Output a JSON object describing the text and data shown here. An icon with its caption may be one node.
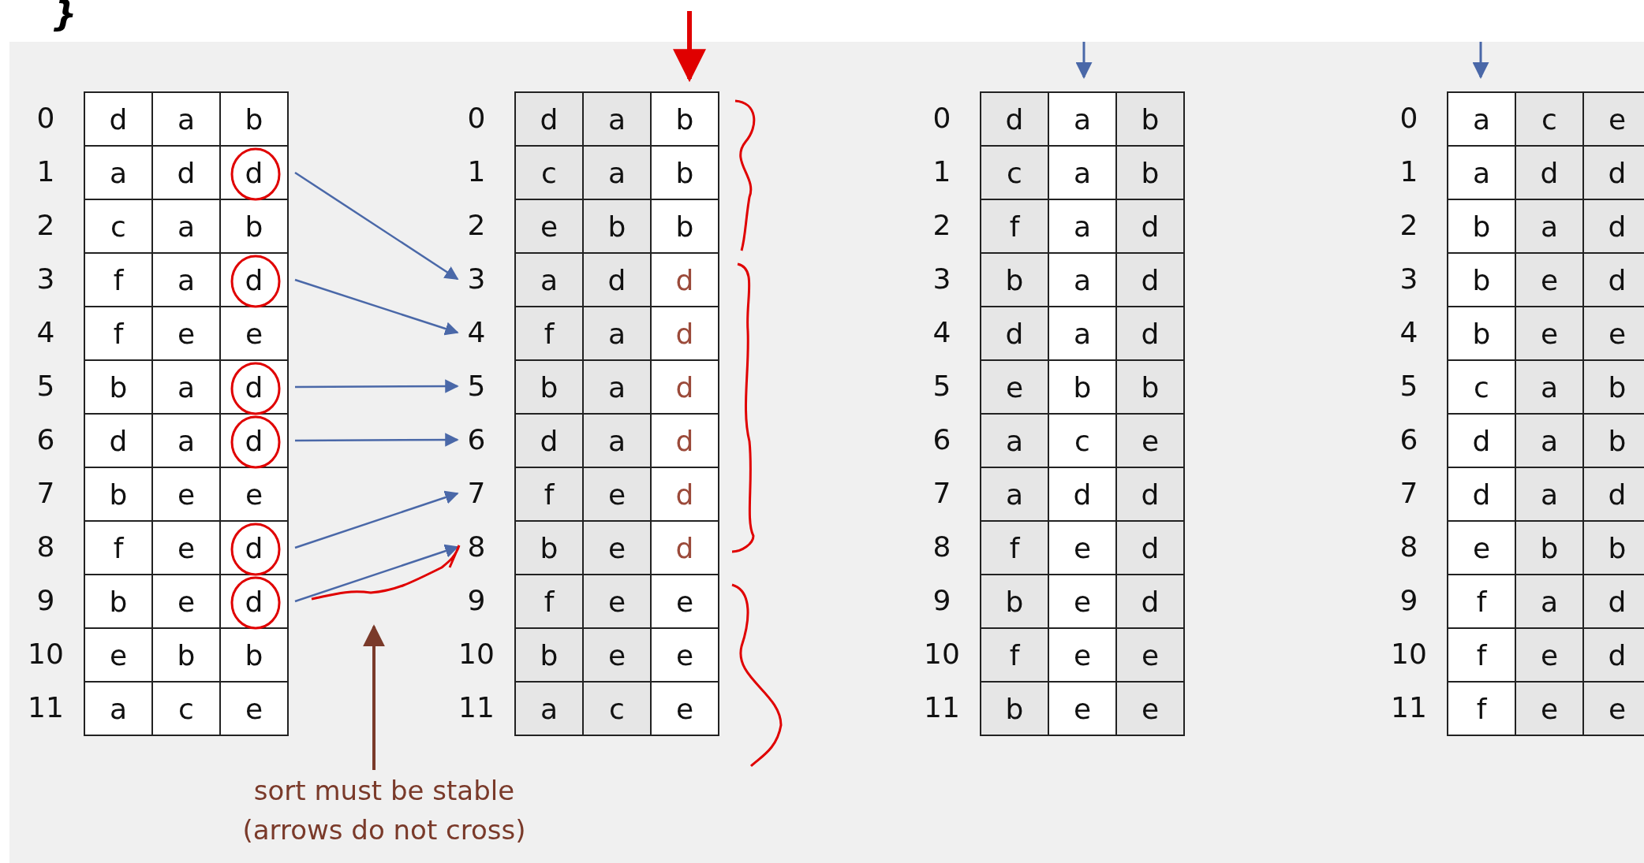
{
  "diagram": {
    "nodes": [
      {
        "text": [
          "d"
        ]
      },
      {
        "text": [
          "d"
        ]
      },
      {
        "text": [
          "d"
        ]
      },
      {
        "text": [
          "d"
        ]
      },
      {
        "text": [
          "d"
        ]
      },
      {
        "text": [
          "d"
        ]
      },
      {
        "text": [
          "3"
        ]
      },
      {
        "text": [
          "4"
        ]
      },
      {
        "text": [
          "5"
        ]
      },
      {
        "text": [
          "6"
        ]
      },
      {
        "text": [
          "7"
        ]
      },
      {
        "text": [
          "8"
        ]
      }
    ],
    "edges": [
      {
        "from": 0,
        "to": 6,
        "arrow": "to"
      },
      {
        "from": 1,
        "to": 7,
        "arrow": "to"
      },
      {
        "from": 2,
        "to": 8,
        "arrow": "to"
      },
      {
        "from": 3,
        "to": 9,
        "arrow": "to"
      },
      {
        "from": 4,
        "to": 10,
        "arrow": "to"
      },
      {
        "from": 5,
        "to": 11,
        "arrow": "to"
      }
    ],
    "labels": [
      "}",
      "0",
      "d",
      "a",
      "b",
      "1",
      "a",
      "d",
      "2",
      "c",
      "a",
      "b",
      "3",
      "f",
      "a",
      "4",
      "f",
      "e",
      "e",
      "5",
      "b",
      "a",
      "6",
      "d",
      "a",
      "7",
      "b",
      "e",
      "e",
      "8",
      "f",
      "e",
      "9",
      "b",
      "e",
      "10",
      "e",
      "b",
      "b",
      "11",
      "a",
      "c",
      "e",
      "0",
      "d",
      "a",
      "b",
      "1",
      "c",
      "a",
      "b",
      "2",
      "e",
      "b",
      "b",
      "a",
      "d",
      "d",
      "f",
      "a",
      "d",
      "b",
      "a",
      "d",
      "d",
      "a",
      "d",
      "f",
      "e",
      "d",
      "b",
      "e",
      "d",
      "9",
      "f",
      "e",
      "e",
      "10",
      "b",
      "e",
      "e",
      "11",
      "a",
      "c",
      "e",
      "0",
      "d",
      "a",
      "b",
      "1",
      "c",
      "a",
      "b",
      "2",
      "f",
      "a",
      "d",
      "3",
      "b",
      "a",
      "d",
      "4",
      "d",
      "a",
      "d",
      "5",
      "e",
      "b",
      "b",
      "6",
      "a",
      "c",
      "e",
      "7",
      "a",
      "d",
      "d",
      "8",
      "f",
      "e",
      "d",
      "9",
      "b",
      "e",
      "d",
      "10",
      "f",
      "e",
      "e",
      "11",
      "b",
      "e",
      "e",
      "0",
      "a",
      "c",
      "e",
      "1",
      "a",
      "d",
      "d",
      "2",
      "b",
      "a",
      "d",
      "3",
      "b",
      "e",
      "d",
      "4",
      "b",
      "e",
      "e",
      "5",
      "c",
      "a",
      "b",
      "6",
      "d",
      "a",
      "b",
      "7",
      "d",
      "a",
      "d",
      "8",
      "e",
      "b",
      "b",
      "9",
      "f",
      "a",
      "d",
      "10",
      "f",
      "e",
      "d",
      "11",
      "f",
      "e",
      "e",
      "sort must be stable (arrows do not cross)"
    ]
  }
}
